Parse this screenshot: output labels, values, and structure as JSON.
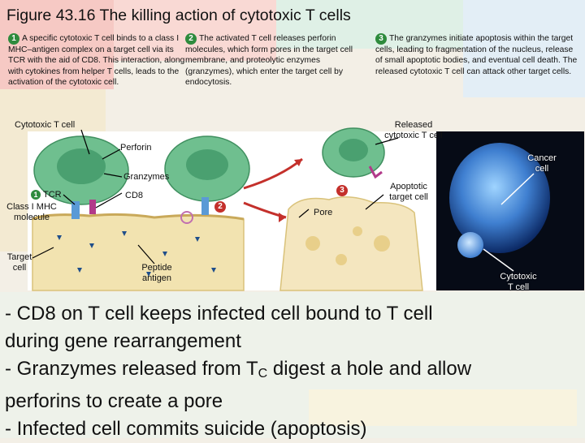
{
  "title": "Figure 43.16 The killing action of cytotoxic T cells",
  "steps": [
    {
      "number": "1",
      "text": "A specific cytotoxic T cell binds to a class I MHC–antigen complex on a target cell via its TCR with the aid of CD8. This interaction, along with cytokines from helper T cells, leads to the activation of the cytotoxic cell."
    },
    {
      "number": "2",
      "text": "The activated T cell releases perforin molecules, which form pores in the target cell membrane, and proteolytic enzymes (granzymes), which enter the target cell by endocytosis."
    },
    {
      "number": "3",
      "text": "The granzymes initiate apoptosis within the target cells, leading to fragmentation of the nucleus, release of small apoptotic bodies, and eventual cell death. The released cytotoxic T cell can attack other target cells."
    }
  ],
  "labels": {
    "cytotoxic_t_cell": "Cytotoxic T cell",
    "perforin": "Perforin",
    "granzymes": "Granzymes",
    "tcr": "TCR",
    "class_i_mhc": "Class I MHC molecule",
    "cd8": "CD8",
    "target_cell": "Target cell",
    "peptide_antigen": "Peptide antigen",
    "pore": "Pore",
    "released_t_cell": "Released cytotoxic T cell",
    "apoptotic_cell": "Apoptotic target cell",
    "cancer_cell": "Cancer cell",
    "micro_cytotoxic": "Cytotoxic T cell",
    "badge_1": "1",
    "badge_2": "2",
    "badge_3": "3"
  },
  "bullets": {
    "line1": "- CD8 on T cell keeps infected cell bound to T cell",
    "line2": "during gene rearrangement",
    "line3a": "- Granzymes released from T",
    "line3sub": "C",
    "line3b": " digest a hole and allow",
    "line4": "perforins to create a pore",
    "line5": "- Infected cell commits suicide (apoptosis)"
  },
  "colors": {
    "tcell": "#6fbf8f",
    "target": "#f2e3b0",
    "badge_green": "#2e8b3d",
    "badge_red": "#c4302b"
  }
}
